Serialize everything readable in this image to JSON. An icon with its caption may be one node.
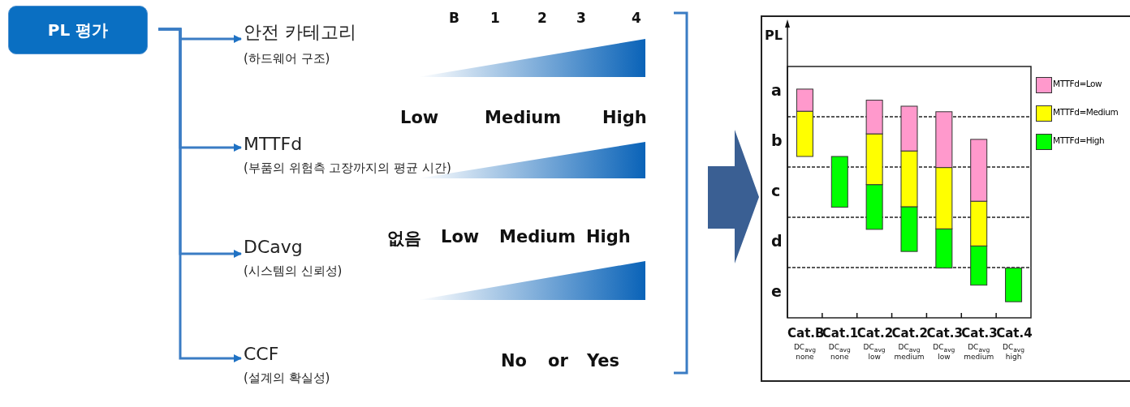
{
  "diagram": {
    "nodes": [
      {
        "text": [
          "PL 평가"
        ]
      },
      {
        "text": [
          "안전 카테고리",
          "(하드웨어 구조)"
        ]
      },
      {
        "text": [
          "MTTFd",
          "(부품의 위험측 고장까지의 평균 시간)"
        ]
      },
      {
        "text": [
          "DCavg",
          "(시스템의 신뢰성)"
        ]
      },
      {
        "text": [
          "CCF",
          "(설계의 확실성)"
        ]
      }
    ],
    "edges": [
      {
        "from": 0,
        "to": 1,
        "arrow": "to"
      },
      {
        "from": 0,
        "to": 2,
        "arrow": "to"
      },
      {
        "from": 0,
        "to": 3,
        "arrow": "to"
      },
      {
        "from": 0,
        "to": 4,
        "arrow": "to"
      }
    ],
    "labels": [
      "B",
      "1",
      "2",
      "3",
      "4",
      "Low",
      "Medium",
      "High",
      "없음",
      "Low",
      "Medium",
      "High",
      "No",
      "or",
      "Yes",
      "PL",
      "a",
      "b",
      "c",
      "d",
      "e",
      "Cat.B",
      "Cat.1",
      "Cat.2",
      "Cat.2",
      "Cat.3",
      "Cat.3",
      "Cat.4",
      "DC$_{avg}$ none",
      "DC$_{avg}$ none",
      "DC$_{avg}$ low",
      "DC$_{avg}$ medium",
      "DC$_{avg}$ low",
      "DC$_{avg}$ medium",
      "DC$_{avg}$ high"
    ],
    "legend": [
      {
        "text": "MTTFd=Low",
        "color": "#ff99cc"
      },
      {
        "text": "MTTFd=Medium",
        "color": "#ffff00"
      },
      {
        "text": "MTTFd=High",
        "color": "#00ff00"
      }
    ]
  }
}
